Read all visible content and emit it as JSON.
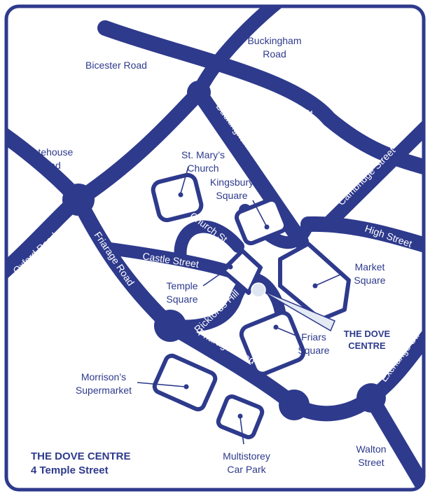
{
  "colors": {
    "road": "#2e3a8c",
    "background": "#ffffff",
    "marker_fill": "#dfe6f2",
    "callout": "#e4eaf4"
  },
  "icons": {
    "location_marker": "location-pin-icon"
  },
  "areas": {
    "bicester_road": "Bicester Road",
    "buckingham_road_1": "Buckingham",
    "buckingham_road_2": "Road",
    "gatehouse_road_1": "Gatehouse",
    "gatehouse_road_2": "Road",
    "walton_street_1": "Walton",
    "walton_street_2": "Street"
  },
  "roads": {
    "new_street": "New Street",
    "buckingham_street": "Buckingham Street",
    "cambridge_street": "Cambridge Street",
    "oxford_road_upper": "Oxford Road",
    "oxford_road_lower": "Oxford Road",
    "church_st": "Church St.",
    "high_street": "High Street",
    "castle_street": "Castle Street",
    "friarage_road_left": "Friarage Road",
    "friarage_road_lower": "Friarage Road",
    "rickfords_hill": "Rickfords Hill",
    "exchange_st": "Exchange St."
  },
  "places": {
    "st_marys_church_1": "St. Mary’s",
    "st_marys_church_2": "Church",
    "kingsbury_square_1": "Kingsbury",
    "kingsbury_square_2": "Square",
    "market_square_1": "Market",
    "market_square_2": "Square",
    "temple_square_1": "Temple",
    "temple_square_2": "Square",
    "friars_square_1": "Friars",
    "friars_square_2": "Square",
    "morrisons_1": "Morrison’s",
    "morrisons_2": "Supermarket",
    "car_park_1": "Multistorey",
    "car_park_2": "Car Park"
  },
  "dove_centre": {
    "label_1": "THE DOVE",
    "label_2": "CENTRE",
    "address_title": "THE DOVE CENTRE",
    "address_line": "4 Temple Street"
  }
}
